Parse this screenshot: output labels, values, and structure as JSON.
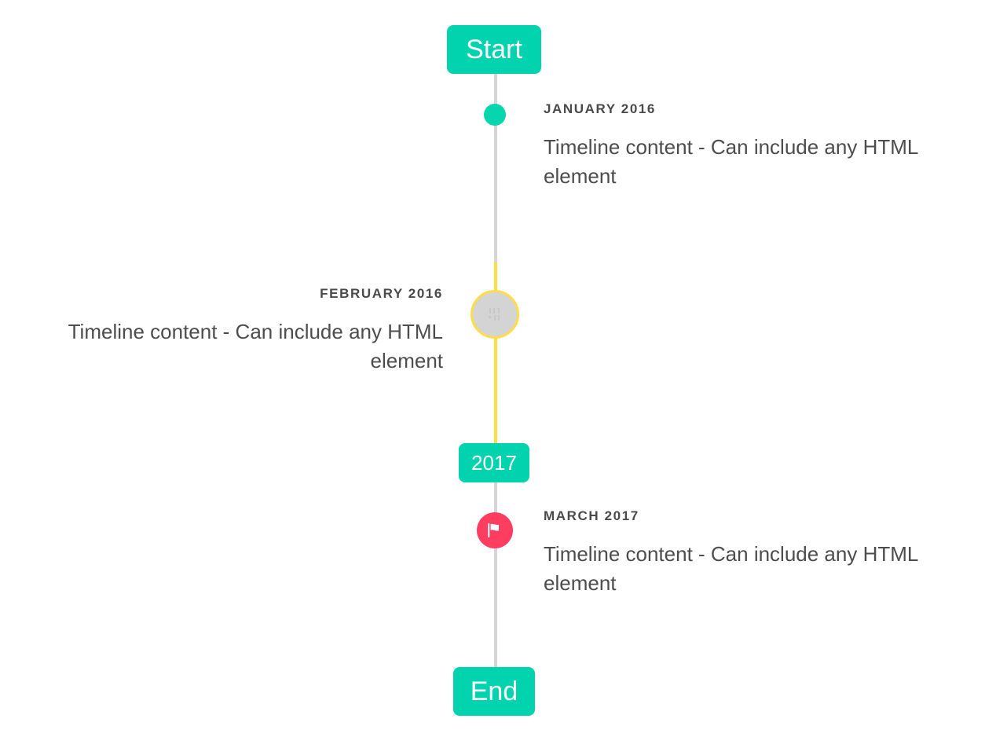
{
  "page": {
    "title": "Timeline",
    "background": "#ffffff"
  },
  "colors": {
    "accent_teal": "#00d3ae",
    "marker_green": "#06d6ae",
    "marker_yellow": "#ffdd47",
    "marker_pink": "#ff3d60",
    "line_gray": "#d5d5d5",
    "placeholder_gray": "#d4d4d4",
    "text_dark": "#4a4a4a",
    "text_body": "#4d4d4d"
  },
  "badges": {
    "start": {
      "label": "Start"
    },
    "middle": {
      "label": "2017"
    },
    "end": {
      "label": "End"
    }
  },
  "entries": [
    {
      "id": "january-2016",
      "side": "right",
      "date": "JANUARY 2016",
      "body": "Timeline content - Can include any HTML element",
      "marker": {
        "type": "dot",
        "icon": "filled-circle-icon",
        "color": "#06d6ae"
      }
    },
    {
      "id": "february-2016",
      "side": "left",
      "date": "FEBRUARY 2016",
      "body": "Timeline content - Can include any HTML element",
      "marker": {
        "type": "image",
        "icon": "broken-image-icon",
        "color": "#d4d4d4",
        "border_color": "#ffdd47"
      }
    },
    {
      "id": "march-2017",
      "side": "right",
      "date": "MARCH 2017",
      "body": "Timeline content - Can include any HTML element",
      "marker": {
        "type": "icon",
        "icon": "flag-icon",
        "color": "#ff3d60"
      }
    }
  ],
  "spine": {
    "segments": [
      {
        "id": "segment-start-to-february",
        "color": "#d5d5d5"
      },
      {
        "id": "segment-february-to-2017",
        "color": "#ffdd47"
      },
      {
        "id": "segment-2017-to-end",
        "color": "#d5d5d5"
      }
    ]
  }
}
